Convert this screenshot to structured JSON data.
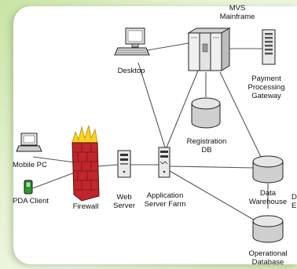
{
  "labels": {
    "mobile_pc": "Mobile PC",
    "pda_client": "PDA Client",
    "firewall": "Firewall",
    "web_server": "Web\nServer",
    "app_server_farm": "Application\nServer Farm",
    "desktop": "Desktop",
    "mvs_mainframe": "MVS\nMainframe",
    "registration_db": "Registration DB",
    "payment_gateway": "Payment\nProcessing\nGateway",
    "data_warehouse": "Data\nWarehouse",
    "operational_database": "Operational\nDatabase",
    "edge_fragment": "D\nE"
  },
  "colors": {
    "background_green": "#d3e8b6",
    "firewall_red": "#c0262b",
    "flame_yellow": "#f4d21f",
    "pda_green": "#2e9b2e",
    "line_gray": "#555555"
  },
  "icons": [
    "laptop-icon",
    "pda-icon",
    "firewall-icon",
    "server-icon",
    "desktop-icon",
    "mainframe-icon",
    "database-icon",
    "gateway-icon"
  ]
}
